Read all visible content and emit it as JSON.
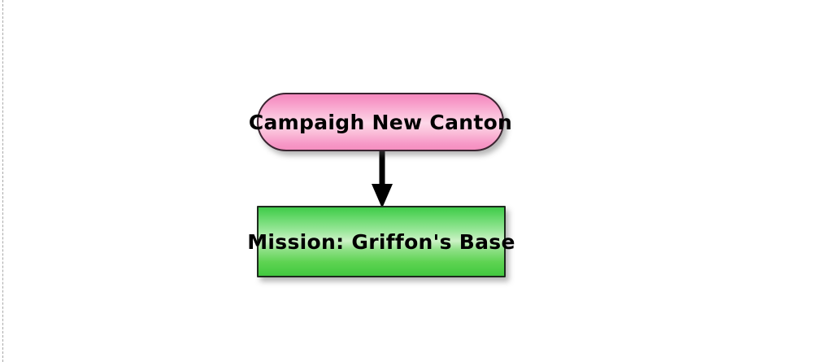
{
  "diagram": {
    "title": "Campaigh New Canton",
    "background_color": "#ffffff",
    "page_edge_rule": {
      "name": "page-margin-dashed-rule",
      "color": "#a8a8a8",
      "style": "dashed"
    },
    "nodes": [
      {
        "id": "campaign",
        "label": "Campaigh New Canton",
        "shape": "rounded-pill",
        "fill_color": "#f9a9d0",
        "border_color": "#3a2430",
        "text_color": "#000000"
      },
      {
        "id": "mission",
        "label": "Mission: Griffon's Base",
        "shape": "rectangle",
        "fill_color": "#5cd35a",
        "border_color": "#1d2a1d",
        "text_color": "#000000"
      }
    ],
    "edges": [
      {
        "id": "campaign-to-mission",
        "from": "campaign",
        "to": "mission",
        "label": "",
        "color": "#000000",
        "arrowhead": "solid-triangle"
      }
    ]
  }
}
